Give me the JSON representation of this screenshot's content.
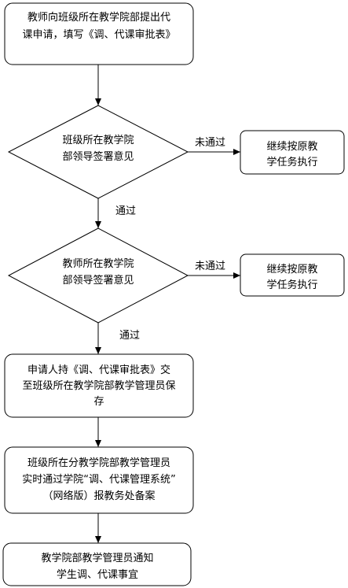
{
  "steps": {
    "submit": {
      "line1": "教师向班级所在教学院部提出代",
      "line2": "课申请，填写《调、代课审批表》"
    },
    "decision1": {
      "line1": "班级所在教学院",
      "line2": "部领导签署意见"
    },
    "decision2": {
      "line1": "教师所在教学院",
      "line2": "部领导签署意见"
    },
    "reject1": {
      "line1": "继续按原教",
      "line2": "学任务执行"
    },
    "reject2": {
      "line1": "继续按原教",
      "line2": "学任务执行"
    },
    "handover": {
      "line1": "申请人持《调、代课审批表》交",
      "line2": "至班级所在教学院部教学管理员保",
      "line3": "存"
    },
    "record": {
      "line1": "班级所在分教学院部教学管理员",
      "line2": "实时通过学院“调、代课管理系统”",
      "line3": "（网络版）报教务处备案"
    },
    "notify": {
      "line1": "教学院部教学管理员通知",
      "line2": "学生调、代课事宜"
    }
  },
  "labels": {
    "not_passed_1": "未通过",
    "not_passed_2": "未通过",
    "passed_1": "通过",
    "passed_2": "通过"
  }
}
